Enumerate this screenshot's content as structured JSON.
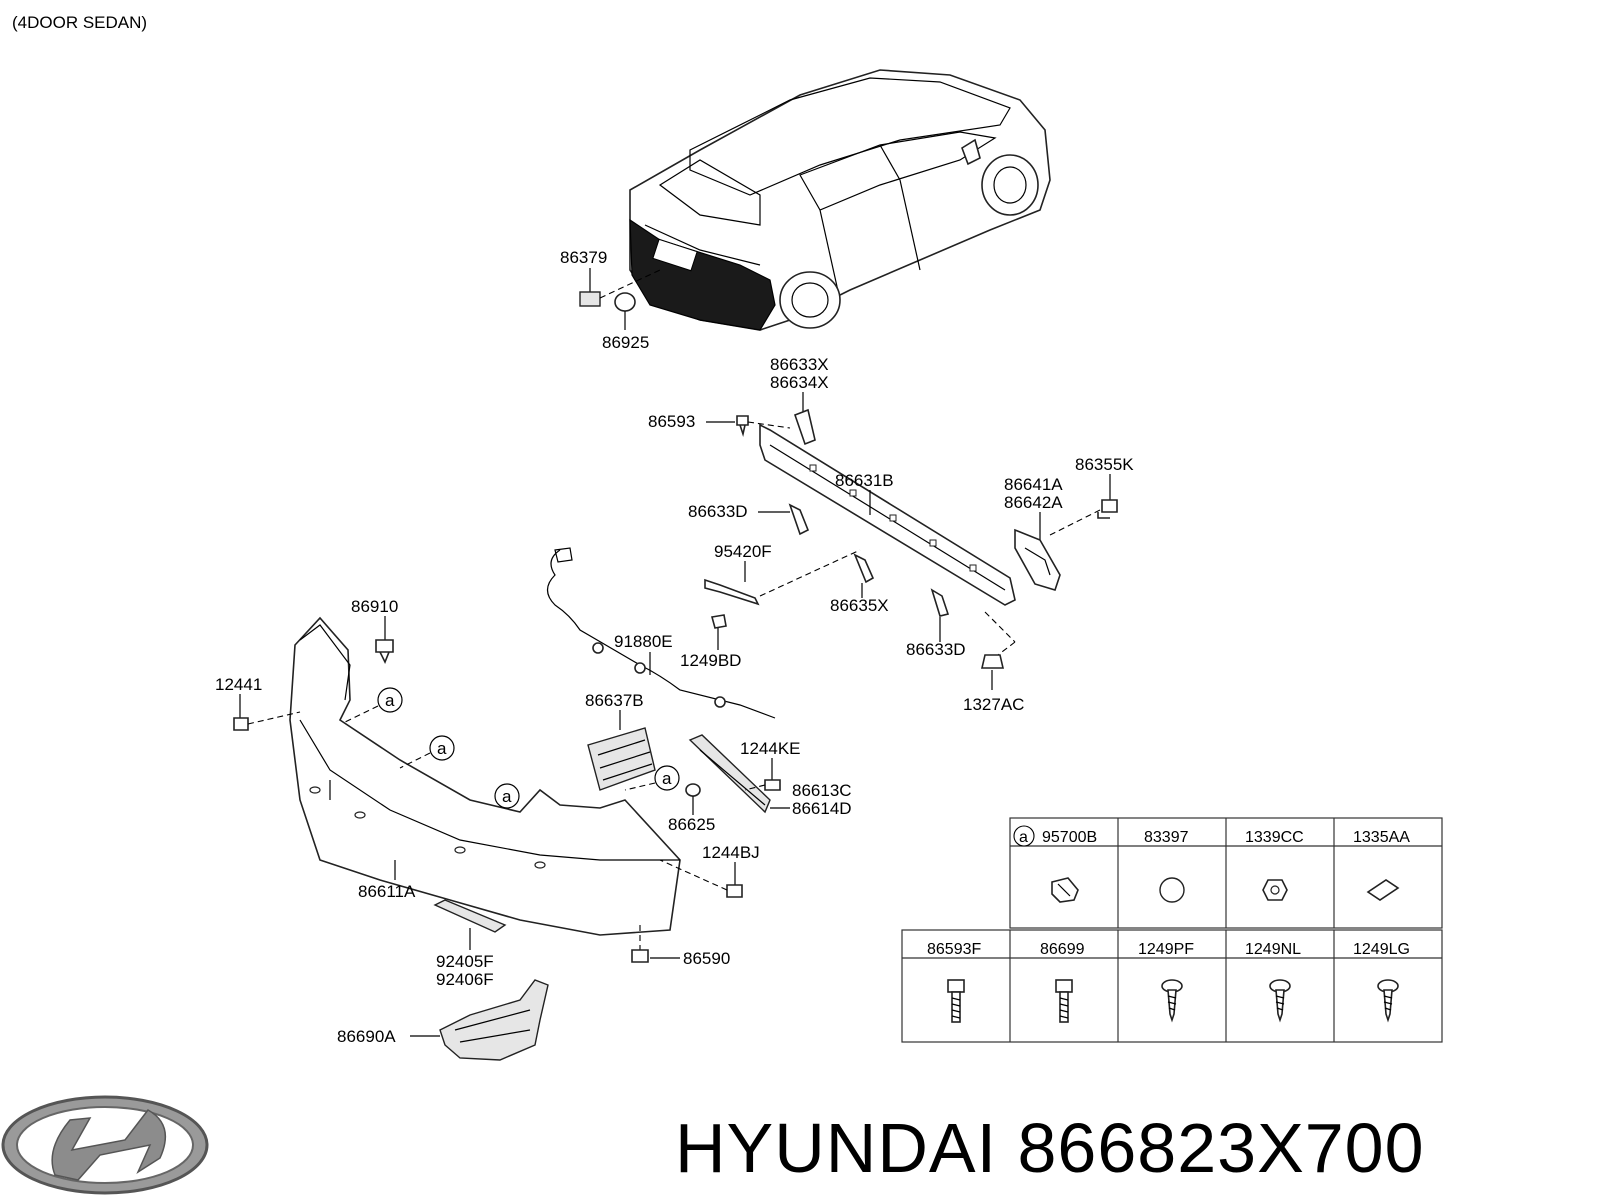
{
  "variant": "(4DOOR SEDAN)",
  "callouts": [
    {
      "id": "86379",
      "text": "86379"
    },
    {
      "id": "86925",
      "text": "86925"
    },
    {
      "id": "86633X",
      "text": "86633X"
    },
    {
      "id": "86634X",
      "text": "86634X"
    },
    {
      "id": "86593",
      "text": "86593"
    },
    {
      "id": "86631B",
      "text": "86631B"
    },
    {
      "id": "86641A",
      "text": "86641A"
    },
    {
      "id": "86642A",
      "text": "86642A"
    },
    {
      "id": "86355K",
      "text": "86355K"
    },
    {
      "id": "86633D_a",
      "text": "86633D"
    },
    {
      "id": "95420F",
      "text": "95420F"
    },
    {
      "id": "86635X",
      "text": "86635X"
    },
    {
      "id": "86633D_b",
      "text": "86633D"
    },
    {
      "id": "1327AC",
      "text": "1327AC"
    },
    {
      "id": "86910",
      "text": "86910"
    },
    {
      "id": "91880E",
      "text": "91880E"
    },
    {
      "id": "1249BD",
      "text": "1249BD"
    },
    {
      "id": "12441",
      "text": "12441"
    },
    {
      "id": "86637B",
      "text": "86637B"
    },
    {
      "id": "1244KE",
      "text": "1244KE"
    },
    {
      "id": "86613C",
      "text": "86613C"
    },
    {
      "id": "86614D",
      "text": "86614D"
    },
    {
      "id": "86625",
      "text": "86625"
    },
    {
      "id": "1244BJ",
      "text": "1244BJ"
    },
    {
      "id": "86611A",
      "text": "86611A"
    },
    {
      "id": "92405F",
      "text": "92405F"
    },
    {
      "id": "92406F",
      "text": "92406F"
    },
    {
      "id": "86590",
      "text": "86590"
    },
    {
      "id": "86690A",
      "text": "86690A"
    }
  ],
  "ref_marker": "a",
  "parts_table": {
    "row1": [
      "95700B",
      "83397",
      "1339CC",
      "1335AA"
    ],
    "row2": [
      "86593F",
      "86699",
      "1249PF",
      "1249NL",
      "1249LG"
    ]
  },
  "brand_text": "HYUNDAI 866823X700"
}
